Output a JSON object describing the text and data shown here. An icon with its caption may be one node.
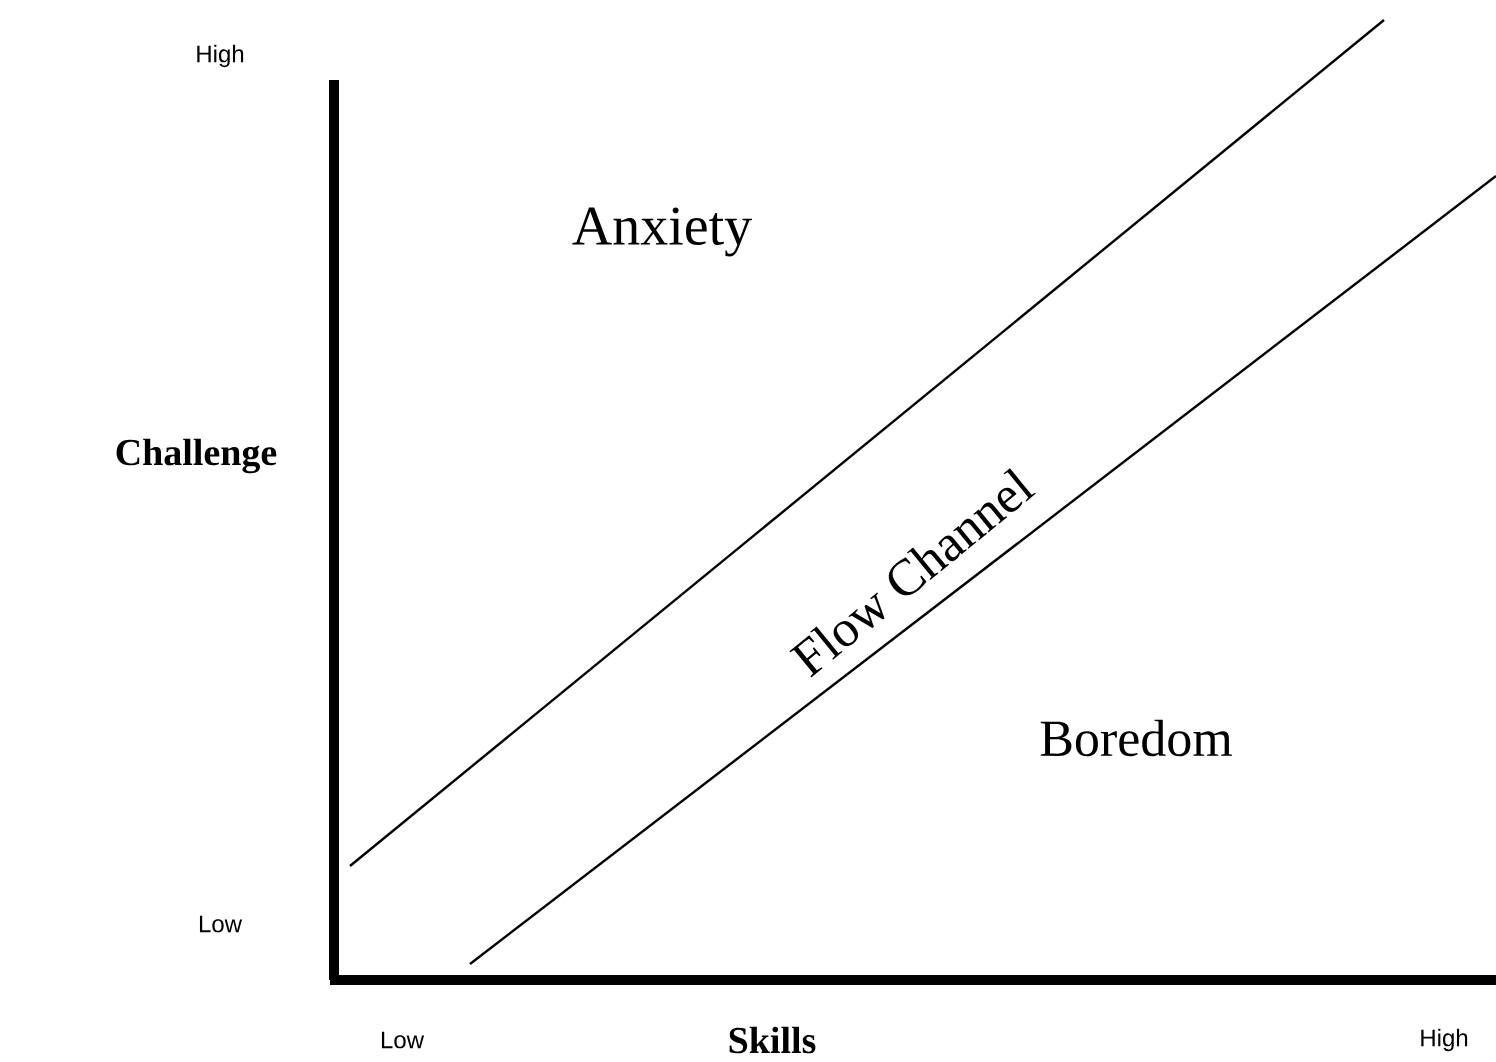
{
  "diagram": {
    "labels": [
      "High",
      "Anxiety",
      "Challenge",
      "Flow Channel",
      "Boredom",
      "Low",
      "Low",
      "Skills",
      "High"
    ]
  }
}
